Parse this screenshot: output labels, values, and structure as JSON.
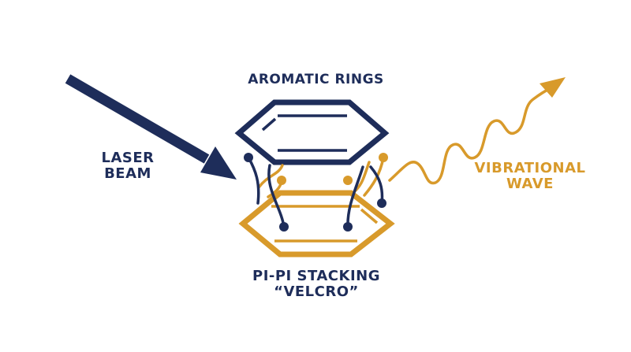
{
  "colors": {
    "navy": "#1e2d5a",
    "gold": "#d89a2b",
    "background": "#ffffff"
  },
  "labels": {
    "aromatic_rings": "AROMATIC RINGS",
    "laser_line1": "LASER",
    "laser_line2": "BEAM",
    "vibrational_line1": "VIBRATIONAL",
    "vibrational_line2": "WAVE",
    "stacking_line1": "PI-PI STACKING",
    "stacking_line2": "“VELCRO”"
  },
  "icons": {
    "laser": "laser-beam-arrow-icon",
    "wave": "vibrational-wave-arrow-icon",
    "top_ring": "hexagon-ring-icon",
    "bottom_ring": "hexagon-ring-icon"
  }
}
